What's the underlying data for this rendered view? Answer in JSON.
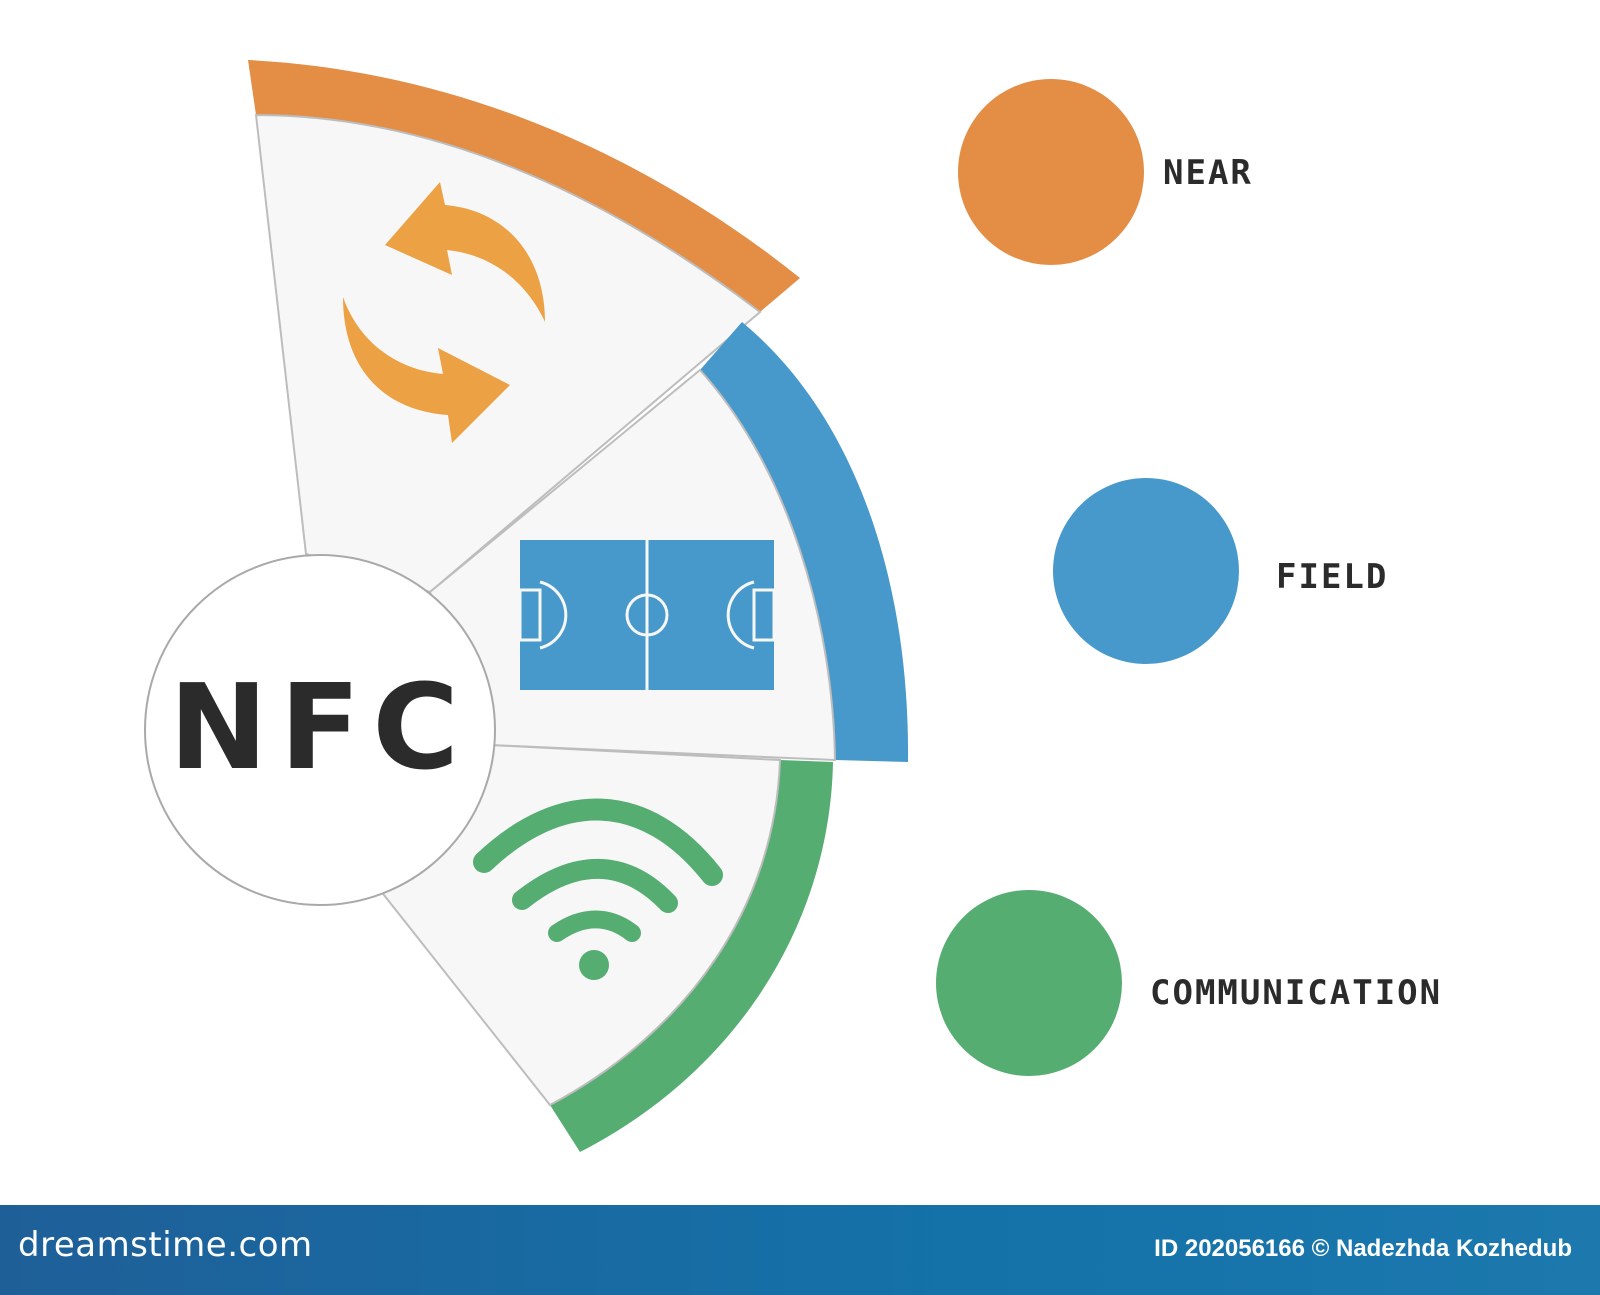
{
  "center": {
    "label": "NFC"
  },
  "legend": [
    {
      "label": "NEAR",
      "color": "#E38D45"
    },
    {
      "label": "FIELD",
      "color": "#4899CB"
    },
    {
      "label": "COMMUNICATION",
      "color": "#55AD72"
    }
  ],
  "segments": [
    {
      "icon": "sync-arrows-icon",
      "color": "#E38D45",
      "icon_color": "#EBA144"
    },
    {
      "icon": "soccer-field-icon",
      "color": "#4899CB"
    },
    {
      "icon": "wifi-icon",
      "color": "#55AD72"
    }
  ],
  "footer": {
    "brand": "dreamstime.com",
    "credit": "ID 202056166 © Nadezhda Kozhedub"
  }
}
